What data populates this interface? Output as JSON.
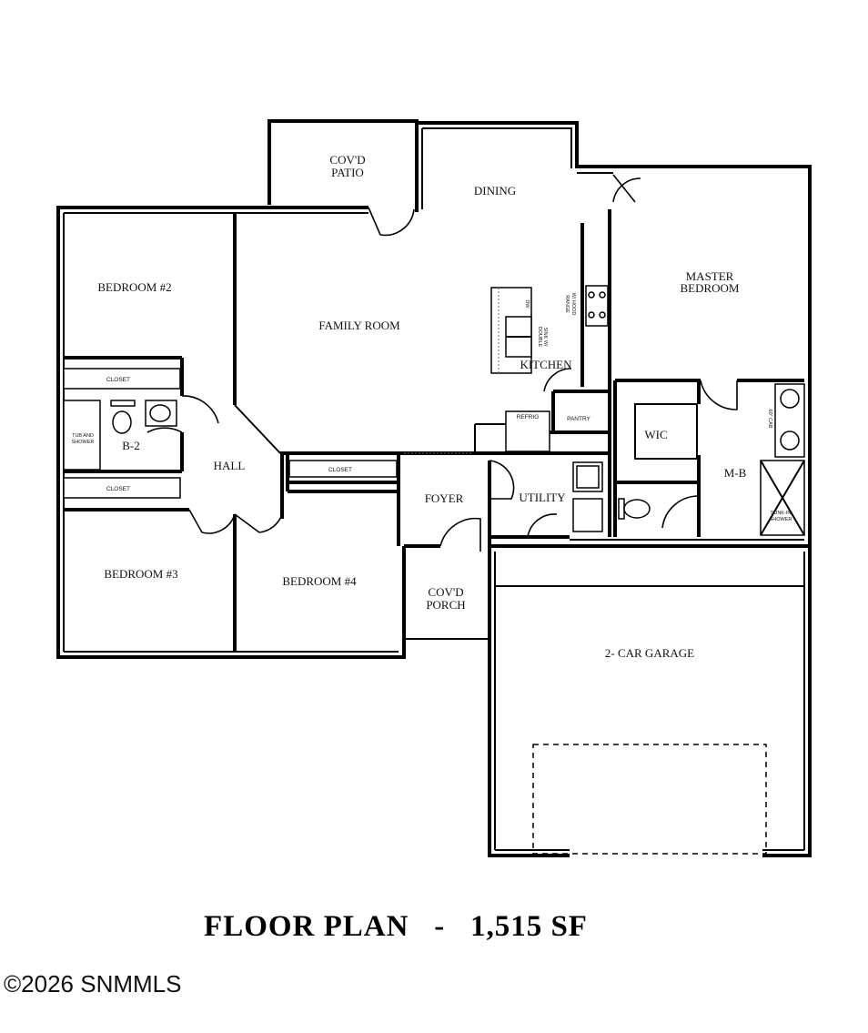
{
  "plan": {
    "rooms": {
      "patio_line1": "COV'D",
      "patio_line2": "PATIO",
      "dining": "DINING",
      "bedroom2": "BEDROOM  #2",
      "family_room": "FAMILY ROOM",
      "master_line1": "MASTER",
      "master_line2": "BEDROOM",
      "kitchen": "KITCHEN",
      "closet_b2_top": "CLOSET",
      "closet_b2_bottom": "CLOSET",
      "tub_line1": "TUB AND",
      "tub_line2": "SHOWER",
      "bath2": "B-2",
      "hall": "HALL",
      "closet_b4": "CLOSET",
      "foyer": "FOYER",
      "utility": "UTILITY",
      "wic": "WIC",
      "master_bath": "M-B",
      "refrig": "REFRIG",
      "pantry": "PANTRY",
      "cab_line": "60\" CAB",
      "shower_line1": "SUNK-IN",
      "shower_line2": "SHOWER",
      "dw": "DW",
      "sink_line1": "DOUBLE",
      "sink_line2": "SINK W/",
      "range_line1": "RANGE",
      "range_line2": "W/ HOOD",
      "bedroom3": "BEDROOM #3",
      "bedroom4": "BEDROOM  #4",
      "porch_line1": "COV'D",
      "porch_line2": "PORCH",
      "garage": "2- CAR GARAGE"
    },
    "caption": "FLOOR PLAN   -   1,515 SF",
    "copyright": "©2026 SNMMLS"
  }
}
